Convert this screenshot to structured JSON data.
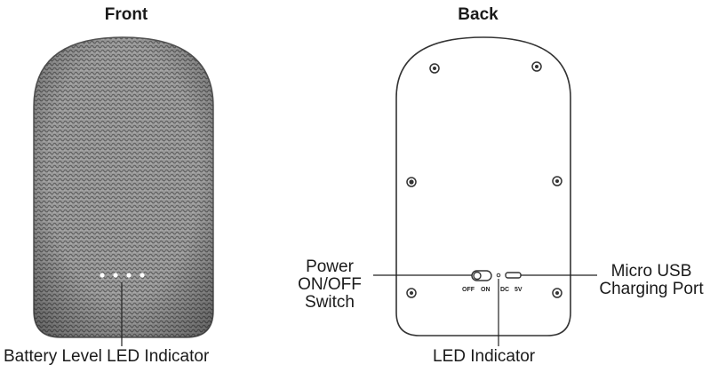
{
  "views": {
    "front": "Front",
    "back": "Back"
  },
  "labels": {
    "battery_led": "Battery Level LED Indicator",
    "led_indicator": "LED Indicator",
    "power_switch": [
      "Power",
      "ON/OFF",
      "Switch"
    ],
    "usb_port": [
      "Micro USB",
      "Charging Port"
    ]
  },
  "switch_marks": {
    "off": "OFF",
    "on": "ON"
  },
  "port_marks": {
    "dc": "DC",
    "volt": "5V"
  },
  "colors": {
    "fabric": "#8a8a8a",
    "outline": "#333333"
  }
}
